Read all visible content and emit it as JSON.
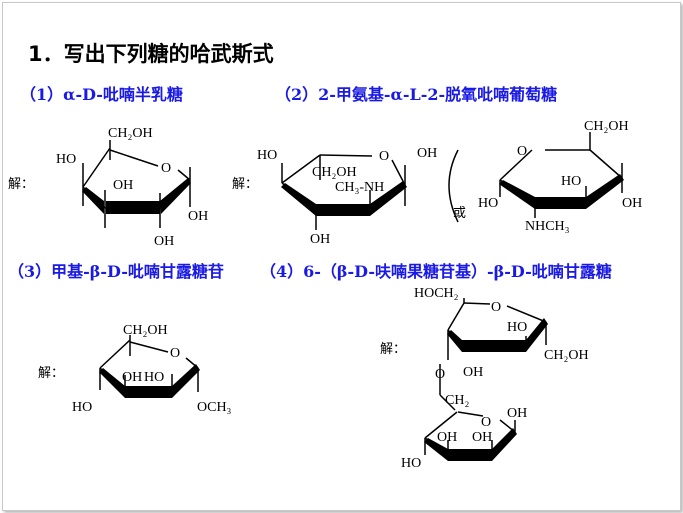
{
  "title": "1．写出下列糖的哈武斯式",
  "answer_label": "解：",
  "or_label": "或",
  "questions": [
    {
      "label": "（1）α-D-吡喃半乳糖"
    },
    {
      "label": "（2）2-甲氨基-α-L-2-脱氧吡喃葡萄糖"
    },
    {
      "label": "（3）甲基-β-D-吡喃甘露糖苷"
    },
    {
      "label": "（4）6-（β-D-呋喃果糖苷基）-β-D-吡喃甘露糖"
    }
  ],
  "structures": {
    "galactose": {
      "ch2oh": "CH₂OH",
      "o": "O",
      "oh_labels": [
        "HO",
        "OH",
        "OH",
        "OH"
      ]
    },
    "glucosamine": {
      "ho_top": "HO",
      "ch2oh": "CH₂OH",
      "nh": "CH₃-NH",
      "o": "O",
      "oh_right": "OH",
      "oh_bottom": "OH"
    },
    "glucosamine_alt": {
      "ch2oh": "CH₂OH",
      "o": "O",
      "ho1": "HO",
      "ho2": "HO",
      "oh": "OH",
      "nhch3": "NHCH₃"
    },
    "mannoside": {
      "ch2oh": "CH₂OH",
      "o": "O",
      "oh1": "OH",
      "ho1": "HO",
      "ho2": "HO",
      "och3": "OCH₃"
    },
    "disaccharide": {
      "hoch2": "HOCH₂",
      "o_ring": "O",
      "ho": "HO",
      "oh": "OH",
      "ch2oh": "CH₂OH",
      "o_link": "O",
      "ch2": "CH₂",
      "o2": "O",
      "oh2": "OH",
      "oh3": "OH",
      "ho2": "HO",
      "oh4": "OH"
    }
  }
}
